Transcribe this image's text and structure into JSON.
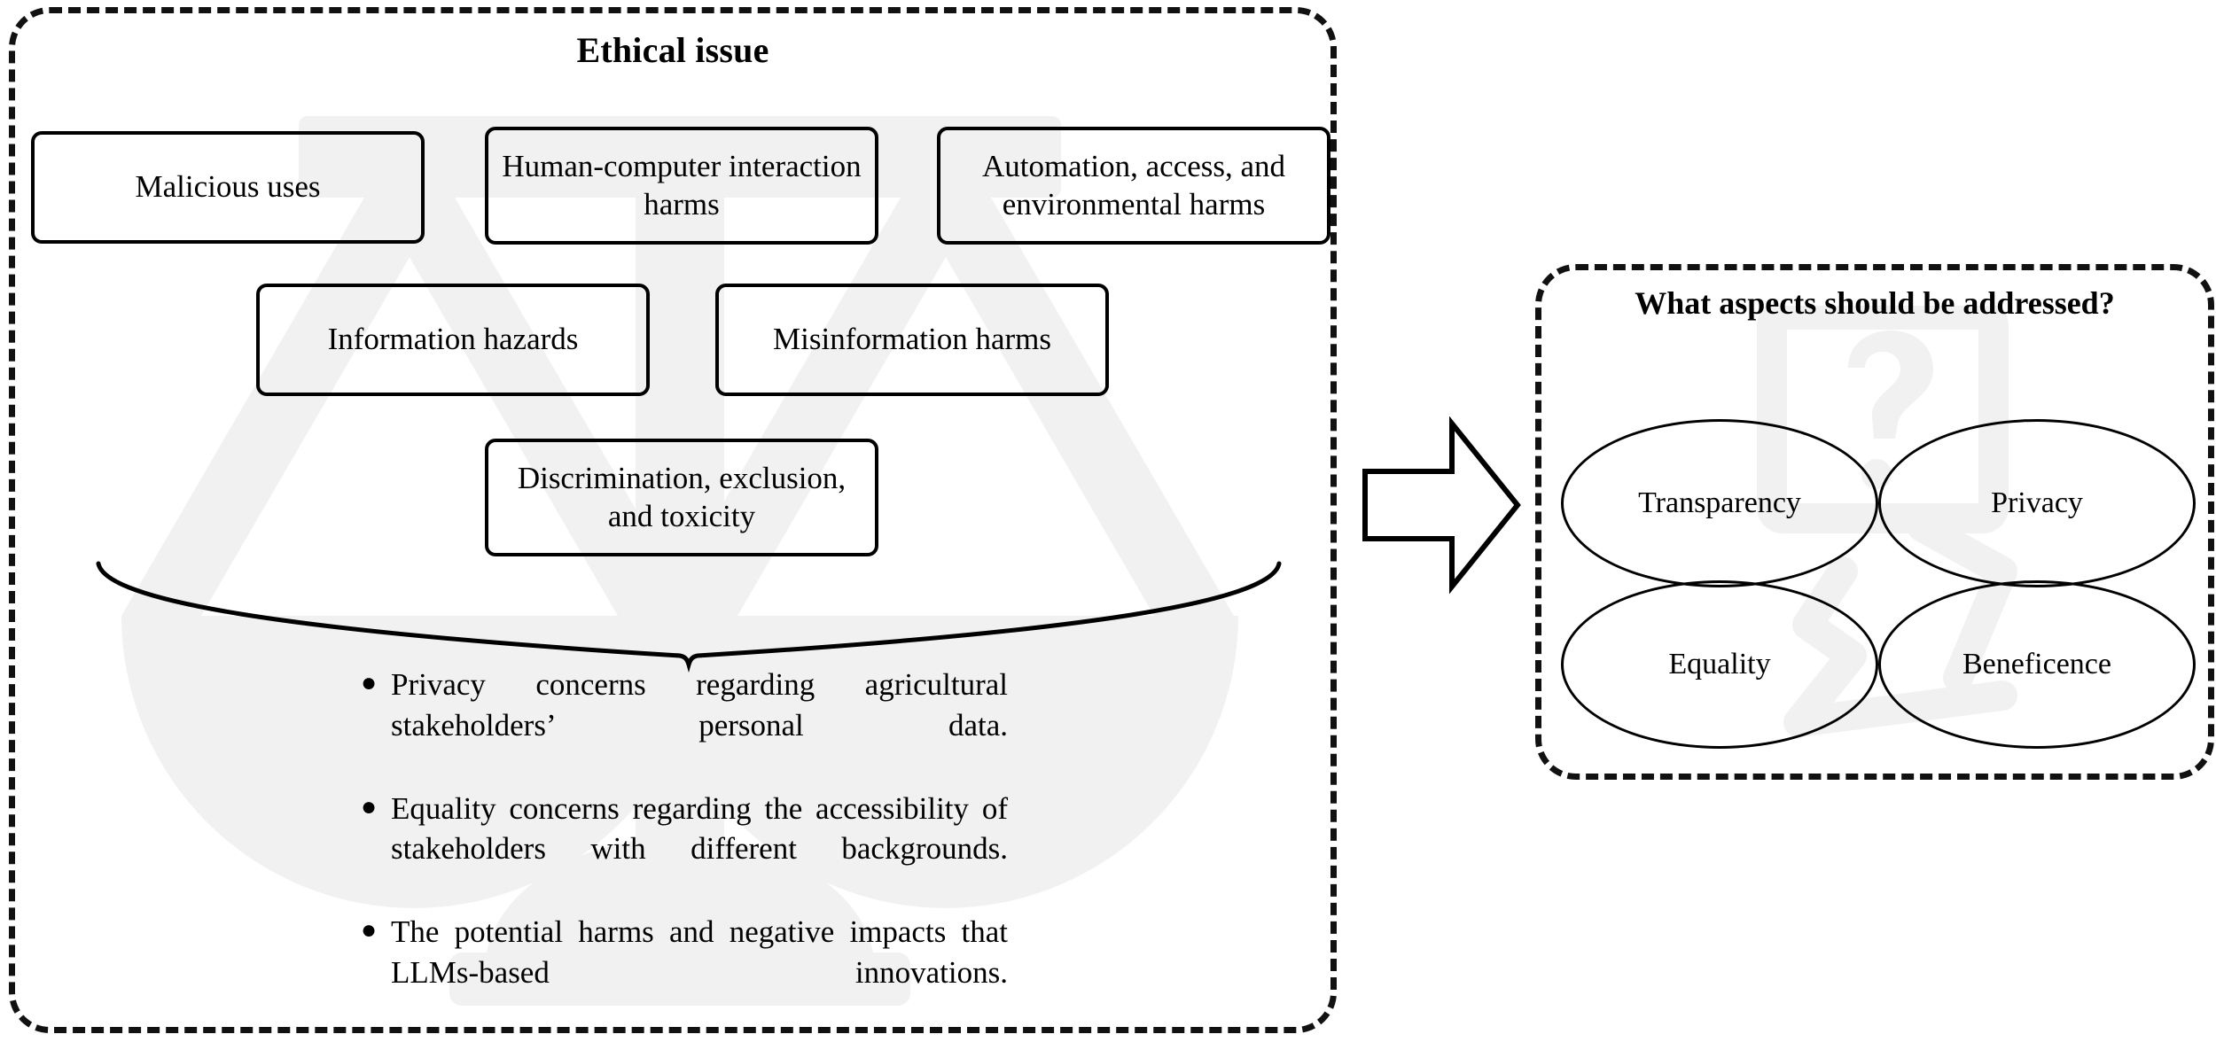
{
  "left_panel": {
    "title": "Ethical issue",
    "boxes": [
      {
        "id": "malicious-uses",
        "label": "Malicious uses"
      },
      {
        "id": "hci-harms",
        "label": "Human-computer interaction harms"
      },
      {
        "id": "automation-harms",
        "label": "Automation, access, and environmental harms"
      },
      {
        "id": "information-hazards",
        "label": "Information hazards"
      },
      {
        "id": "misinformation",
        "label": "Misinformation harms"
      },
      {
        "id": "discrimination",
        "label": "Discrimination, exclusion, and toxicity"
      }
    ],
    "bullet_marker": "●",
    "bullets": [
      "Privacy concerns regarding agricultural stakeholders’ personal data.",
      "Equality concerns regarding the accessibility of stakeholders with different backgrounds.",
      "The potential harms and negative impacts that LLMs-based innovations."
    ],
    "watermark": "scales-of-justice-watermark",
    "beam": "balance-beam"
  },
  "flow": {
    "arrow": "right-arrow-icon"
  },
  "right_panel": {
    "title": "What aspects should be addressed?",
    "watermark": "question-mark-watermark",
    "aspects": [
      {
        "id": "transparency",
        "label": "Transparency"
      },
      {
        "id": "privacy",
        "label": "Privacy"
      },
      {
        "id": "equality",
        "label": "Equality"
      },
      {
        "id": "beneficence",
        "label": "Beneficence"
      }
    ]
  },
  "colors": {
    "ink": "#000000",
    "background": "#ffffff",
    "watermark": "#f1f1f1",
    "border_dashed": "#111111"
  }
}
